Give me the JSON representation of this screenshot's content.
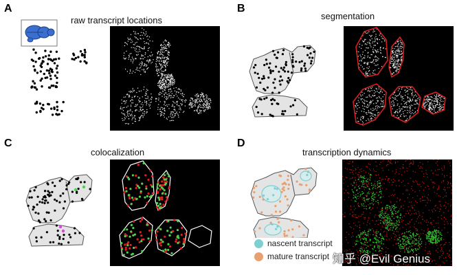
{
  "panels": [
    {
      "letter": "A",
      "title": "raw transcript locations"
    },
    {
      "letter": "B",
      "title": "segmentation"
    },
    {
      "letter": "C",
      "title": "colocalization"
    },
    {
      "letter": "D",
      "title": "transcription dynamics"
    }
  ],
  "legend": {
    "nascent": {
      "label": "nascent transcript",
      "color": "#7ecfd0"
    },
    "mature": {
      "label": "mature transcript",
      "color": "#e8a070"
    }
  },
  "watermark": "知乎 @Evil Genius",
  "colors": {
    "cell_fill": "#e4e4e4",
    "cell_outline": "#555555",
    "segment_red": "#d42020",
    "coloc_green": "#4fd14f",
    "coloc_red": "#e02020",
    "mouse_blue": "#3a6fd0"
  }
}
